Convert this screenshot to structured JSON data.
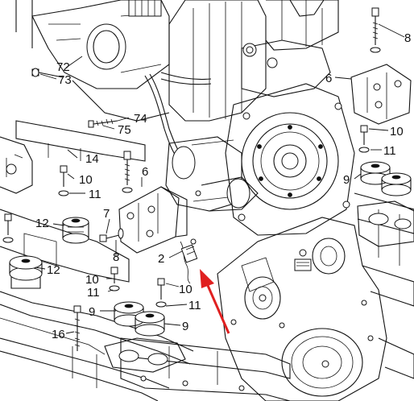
{
  "callouts": [
    {
      "id": "c72",
      "text": "72"
    },
    {
      "id": "c73",
      "text": "73"
    },
    {
      "id": "c74",
      "text": "74"
    },
    {
      "id": "c75",
      "text": "75"
    },
    {
      "id": "c14",
      "text": "14"
    },
    {
      "id": "c10a",
      "text": "10"
    },
    {
      "id": "c11a",
      "text": "11"
    },
    {
      "id": "c6a",
      "text": "6"
    },
    {
      "id": "c7",
      "text": "7"
    },
    {
      "id": "c8a",
      "text": "8"
    },
    {
      "id": "c12a",
      "text": "12"
    },
    {
      "id": "c12b",
      "text": "12"
    },
    {
      "id": "c2",
      "text": "2"
    },
    {
      "id": "c10b",
      "text": "10"
    },
    {
      "id": "c11b",
      "text": "11"
    },
    {
      "id": "c10c",
      "text": "10"
    },
    {
      "id": "c11c",
      "text": "11"
    },
    {
      "id": "c9a",
      "text": "9"
    },
    {
      "id": "c9b",
      "text": "9"
    },
    {
      "id": "c16",
      "text": "16"
    },
    {
      "id": "c6b",
      "text": "6"
    },
    {
      "id": "c8b",
      "text": "8"
    },
    {
      "id": "c10d",
      "text": "10"
    },
    {
      "id": "c11d",
      "text": "11"
    },
    {
      "id": "c9c",
      "text": "9"
    }
  ],
  "colors": {
    "line": "#111111",
    "arrow": "#e02020",
    "background": "#ffffff"
  }
}
